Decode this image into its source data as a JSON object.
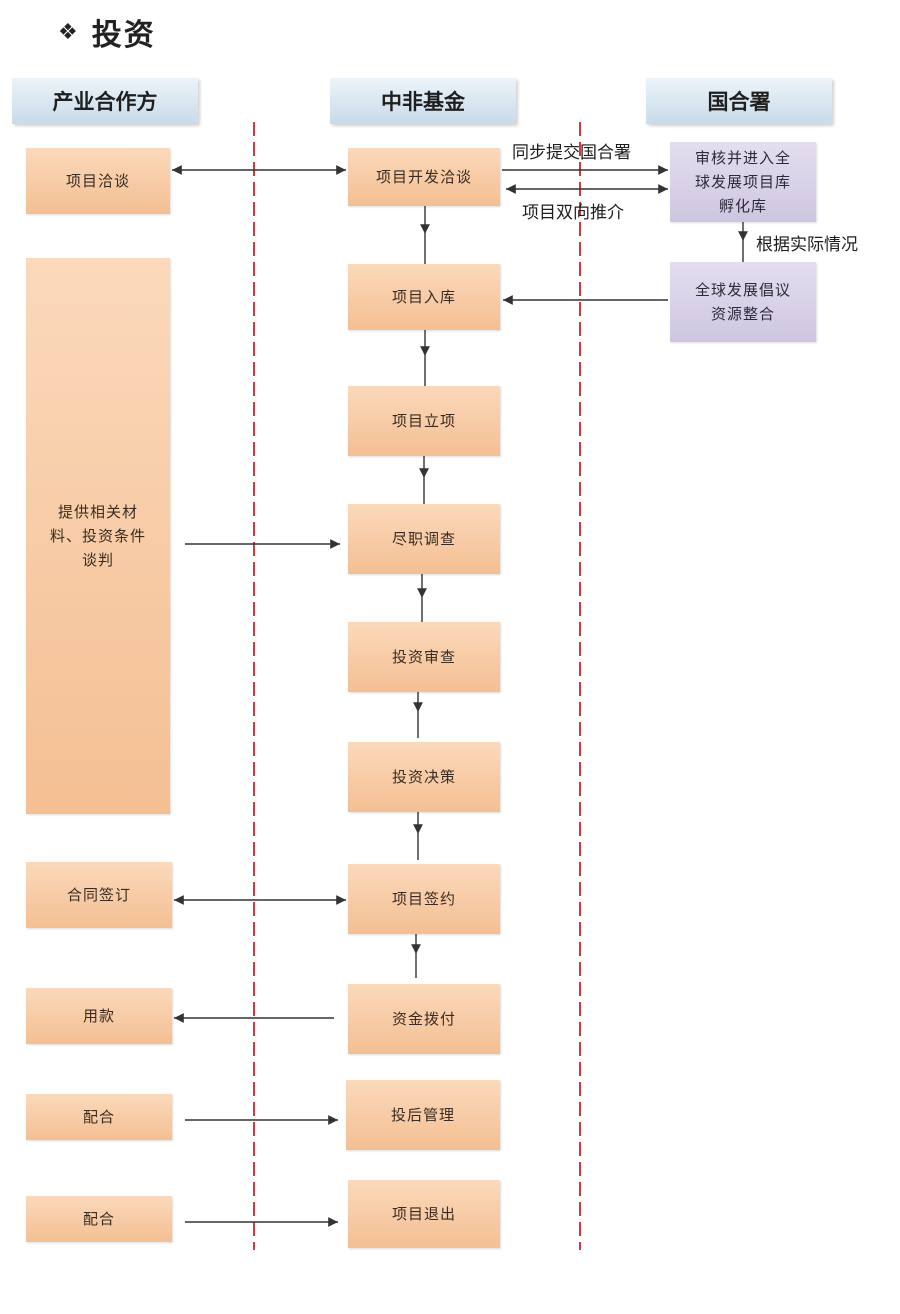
{
  "title": {
    "bullet": "❖",
    "text": "投资"
  },
  "headers": {
    "partner": "产业合作方",
    "fund": "中非基金",
    "agency": "国合署"
  },
  "partner_boxes": {
    "negotiation": "项目洽谈",
    "materials_lines": [
      "提供相关材",
      "料、投资条件",
      "谈判"
    ],
    "contract": "合同签订",
    "use_funds": "用款",
    "cooperate_1": "配合",
    "cooperate_2": "配合"
  },
  "fund_steps": [
    "项目开发洽谈",
    "项目入库",
    "项目立项",
    "尽职调查",
    "投资审查",
    "投资决策",
    "项目签约",
    "资金拨付",
    "投后管理",
    "项目退出"
  ],
  "agency_boxes": {
    "review_lines": [
      "审核并进入全",
      "球发展项目库",
      "孵化库"
    ],
    "integration_lines": [
      "全球发展倡议",
      "资源整合"
    ]
  },
  "edge_labels": {
    "submit": "同步提交国合署",
    "recommend": "项目双向推介",
    "actual": "根据实际情况"
  },
  "colors": {
    "step_fill": "#f6c79f",
    "agency_fill": "#d8d1e8",
    "header_fill": "#d7e6f1",
    "divider": "#d8363f",
    "arrow": "#333333"
  }
}
